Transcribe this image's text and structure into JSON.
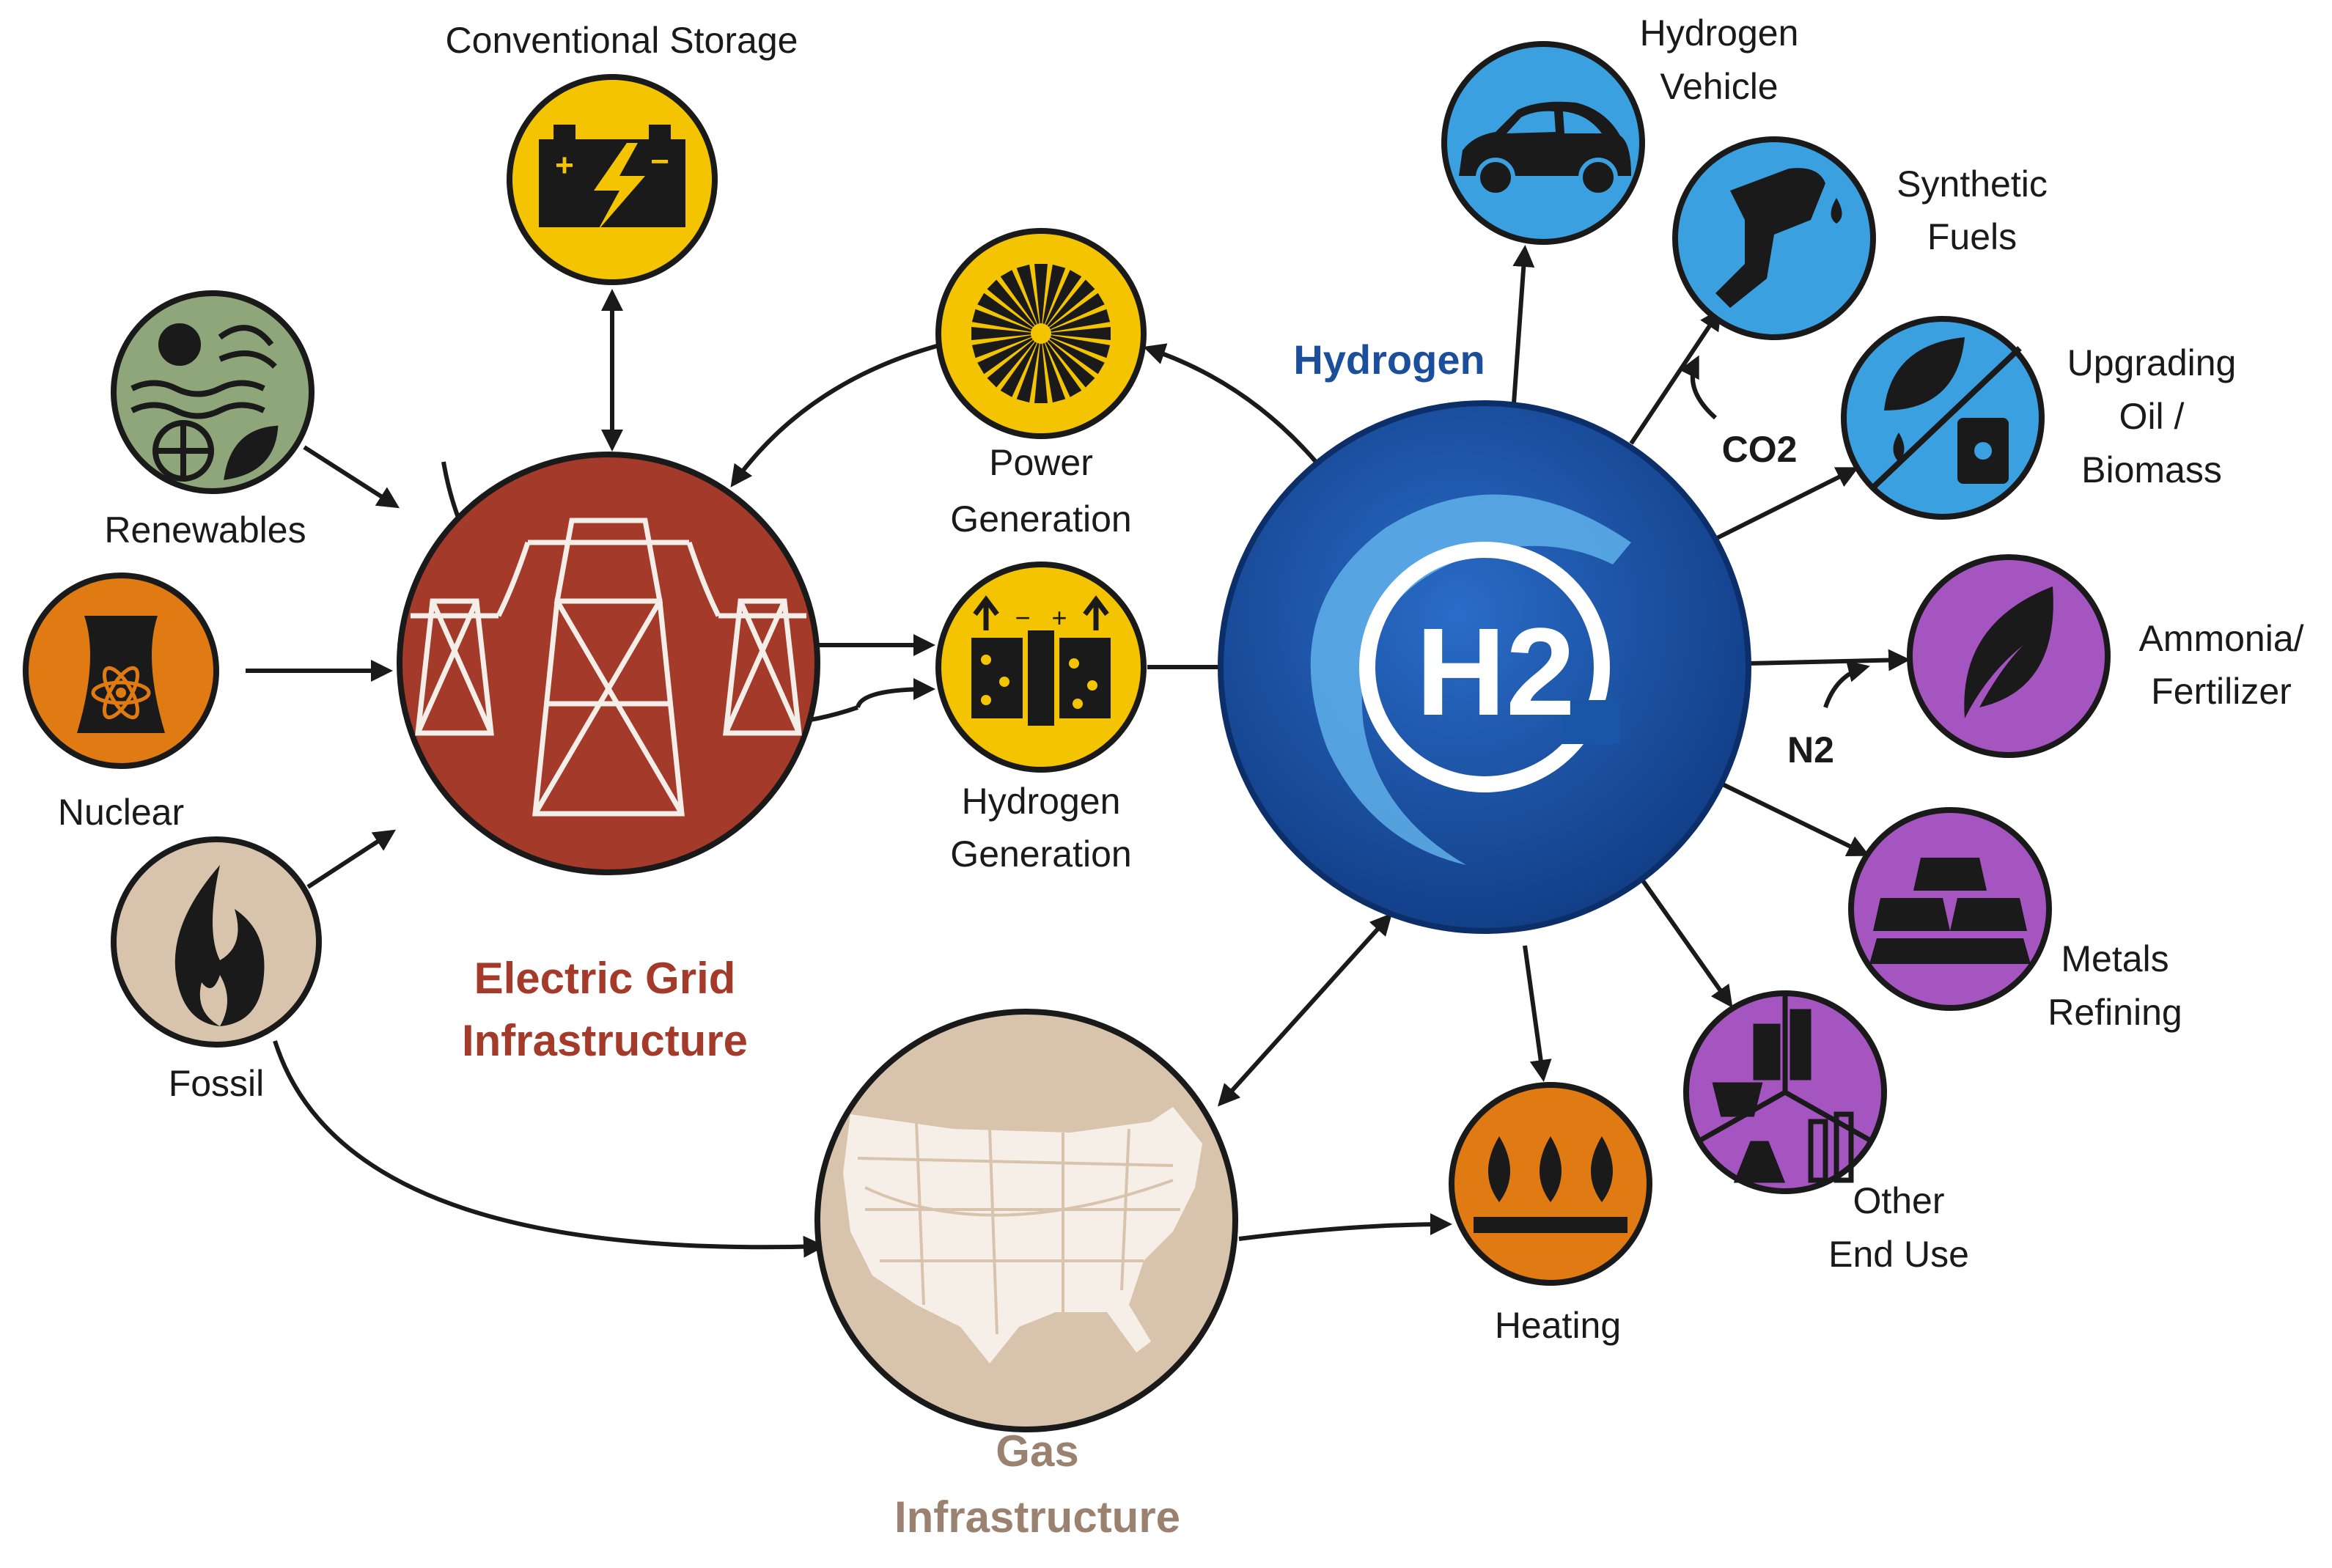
{
  "diagram": {
    "nodes": {
      "conventional_storage": "Conventional Storage",
      "renewables": "Renewables",
      "nuclear": "Nuclear",
      "fossil": "Fossil",
      "electric_grid": [
        "Electric Grid",
        "Infrastructure"
      ],
      "power_generation": [
        "Power",
        "Generation"
      ],
      "hydrogen_generation": [
        "Hydrogen",
        "Generation"
      ],
      "hydrogen": "Hydrogen",
      "h2_symbol": "H2",
      "gas_infrastructure": [
        "Gas",
        "Infrastructure"
      ],
      "heating": "Heating",
      "hydrogen_vehicle": [
        "Hydrogen",
        "Vehicle"
      ],
      "synthetic_fuels": [
        "Synthetic",
        "Fuels"
      ],
      "upgrading_oil_biomass": [
        "Upgrading",
        "Oil /",
        "Biomass"
      ],
      "ammonia_fertilizer": [
        "Ammonia/",
        "Fertilizer"
      ],
      "metals_refining": [
        "Metals",
        "Refining"
      ],
      "other_end_use": [
        "Other",
        "End Use"
      ]
    },
    "inputs": {
      "co2": "CO2",
      "n2": "N2"
    },
    "colors": {
      "storage": "#f5c400",
      "renewables": "#8fa67a",
      "nuclear": "#e07a12",
      "fossil": "#d8c4ad",
      "grid": "#a33a2a",
      "yellow": "#f5c400",
      "hydrogen": "#1b4f9c",
      "gas": "#d8c4ad",
      "heating": "#e07a12",
      "blue_end": "#3aa0e0",
      "purple_end": "#a555c0"
    }
  }
}
